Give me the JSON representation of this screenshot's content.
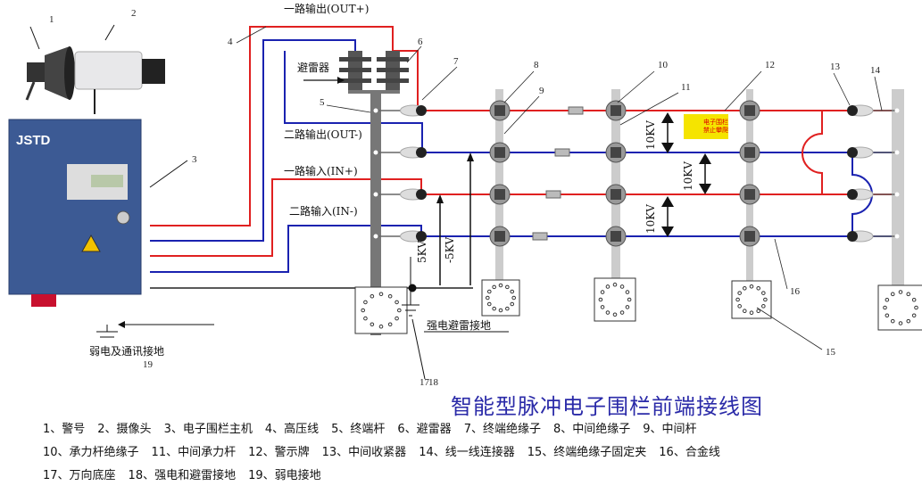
{
  "title": "智能型脉冲电子围栏前端接线图",
  "labels": {
    "out_plus": "一路输出(OUT+)",
    "out_minus": "二路输出(OUT-)",
    "in_plus": "一路输入(IN+)",
    "in_minus": "二路输入(IN-)",
    "arrester": "避雷器",
    "v5": "5KV",
    "vm5": "-5KV",
    "v10a": "10KV",
    "v10b": "10KV",
    "v10c": "10KV",
    "strong_ground": "强电避雷接地",
    "weak_ground": "弱电及通讯接地"
  },
  "callouts": [
    "1",
    "2",
    "3",
    "4",
    "5",
    "6",
    "7",
    "8",
    "9",
    "10",
    "11",
    "12",
    "13",
    "14",
    "15",
    "16",
    "17",
    "18",
    "19"
  ],
  "device": {
    "brand": "JSTD"
  },
  "sign": {
    "line1": "电子围栏",
    "line2": "禁止攀爬"
  },
  "colors": {
    "positive": "#e02020",
    "negative": "#1a22b0",
    "pole": "#777777",
    "device": "#2f4f8f",
    "title": "#2a2aa8"
  },
  "legend": [
    [
      "1、警号",
      "2、摄像头",
      "3、电子围栏主机",
      "4、高压线",
      "5、终端杆",
      "6、避雷器",
      "7、终端绝缘子",
      "8、中间绝缘子",
      "9、中间杆"
    ],
    [
      "10、承力杆绝缘子",
      "11、中间承力杆",
      "12、警示牌",
      "13、中间收紧器",
      "14、线一线连接器",
      "15、终端绝缘子固定夹",
      "16、合金线"
    ],
    [
      "17、万向底座",
      "18、强电和避雷接地",
      "19、弱电接地"
    ]
  ]
}
